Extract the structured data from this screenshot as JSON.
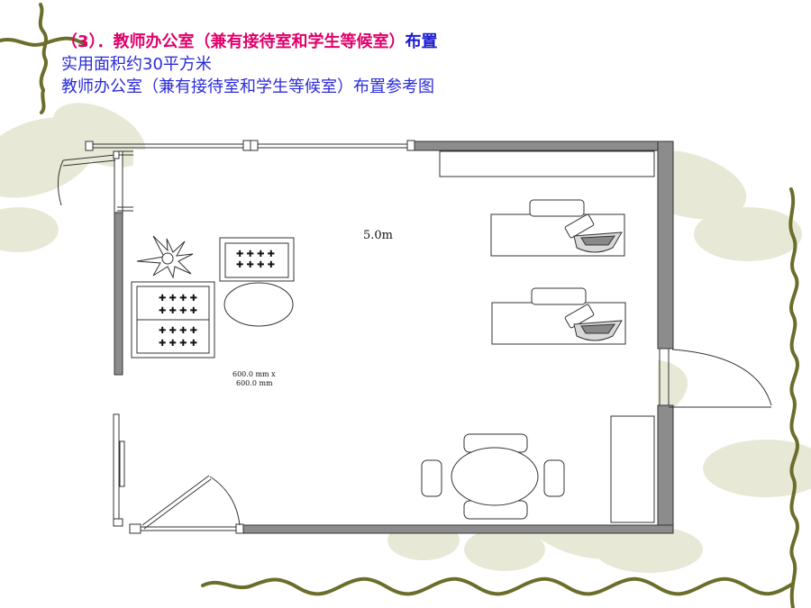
{
  "heading": {
    "prefix": "（3）．",
    "title": "教师办公室（兼有接待室和学生等候室）",
    "suffix": "布置"
  },
  "area_line": "实用面积约30平方米",
  "reference_line": "教师办公室（兼有接待室和学生等候室）布置参考图",
  "plan": {
    "dimension_label": "5.0m",
    "tile_label_line1": "600.0 mm x",
    "tile_label_line2": "600.0 mm"
  },
  "colors": {
    "heading": "#e0006a",
    "body_text": "#2b2bd8",
    "wall": "#8c8c8c",
    "vine": "#6b6e2a",
    "leaf": "#d9dcc0"
  }
}
